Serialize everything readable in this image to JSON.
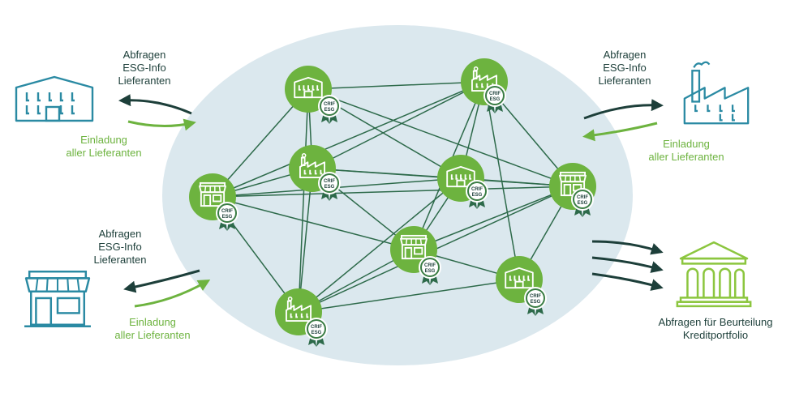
{
  "colors": {
    "ellipse": "#dbe8ee",
    "line": "#2d6a4a",
    "node": "#6db33f",
    "badge": "#3a7d44",
    "outline": "#2a8aa3",
    "arrow_dark": "#1d3f3a",
    "arrow_green": "#6db33f"
  },
  "badge": {
    "line1": "CRIF",
    "line2": "ESG"
  },
  "left_top": {
    "query": [
      "Abfragen",
      "ESG-Info",
      "Lieferanten"
    ],
    "invite": [
      "Einladung",
      "aller Lieferanten"
    ],
    "icon": "warehouse-icon"
  },
  "left_bottom": {
    "query": [
      "Abfragen",
      "ESG-Info",
      "Lieferanten"
    ],
    "invite": [
      "Einladung",
      "aller Lieferanten"
    ],
    "icon": "shop-icon"
  },
  "right_top": {
    "query": [
      "Abfragen",
      "ESG-Info",
      "Lieferanten"
    ],
    "invite": [
      "Einladung",
      "aller Lieferanten"
    ],
    "icon": "factory-icon"
  },
  "right_bottom": {
    "label": [
      "Abfragen für Beurteilung",
      "Kreditportfolio"
    ],
    "icon": "bank-icon"
  },
  "nodes": [
    {
      "id": "n1",
      "icon": "warehouse-icon"
    },
    {
      "id": "n2",
      "icon": "factory-icon"
    },
    {
      "id": "n3",
      "icon": "factory-icon"
    },
    {
      "id": "n4",
      "icon": "warehouse-icon"
    },
    {
      "id": "n5",
      "icon": "shop-icon"
    },
    {
      "id": "n6",
      "icon": "shop-icon"
    },
    {
      "id": "n7",
      "icon": "shop-icon"
    },
    {
      "id": "n8",
      "icon": "warehouse-icon"
    },
    {
      "id": "n9",
      "icon": "factory-icon"
    }
  ],
  "edges": [
    [
      "n1",
      "n2"
    ],
    [
      "n1",
      "n3"
    ],
    [
      "n1",
      "n9"
    ],
    [
      "n1",
      "n5"
    ],
    [
      "n1",
      "n4"
    ],
    [
      "n1",
      "n6"
    ],
    [
      "n2",
      "n6"
    ],
    [
      "n2",
      "n3"
    ],
    [
      "n2",
      "n5"
    ],
    [
      "n2",
      "n7"
    ],
    [
      "n2",
      "n8"
    ],
    [
      "n2",
      "n4"
    ],
    [
      "n3",
      "n6"
    ],
    [
      "n3",
      "n5"
    ],
    [
      "n3",
      "n4"
    ],
    [
      "n3",
      "n7"
    ],
    [
      "n3",
      "n9"
    ],
    [
      "n4",
      "n6"
    ],
    [
      "n4",
      "n5"
    ],
    [
      "n4",
      "n7"
    ],
    [
      "n4",
      "n9"
    ],
    [
      "n5",
      "n6"
    ],
    [
      "n5",
      "n7"
    ],
    [
      "n5",
      "n9"
    ],
    [
      "n6",
      "n7"
    ],
    [
      "n6",
      "n8"
    ],
    [
      "n6",
      "n9"
    ],
    [
      "n7",
      "n8"
    ],
    [
      "n7",
      "n9"
    ],
    [
      "n8",
      "n9"
    ]
  ]
}
